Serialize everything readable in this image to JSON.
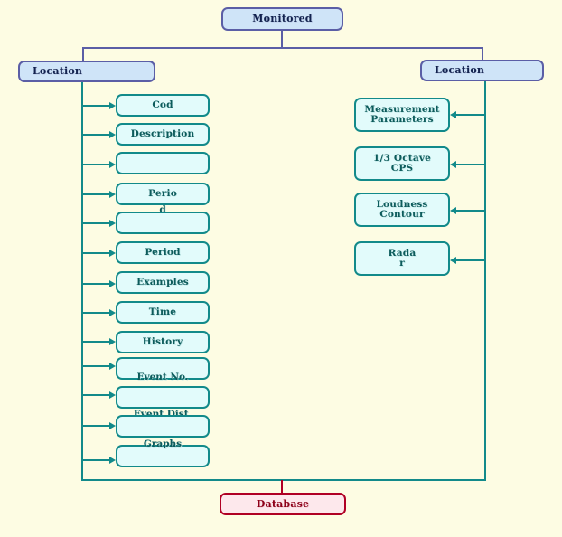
{
  "diagram": {
    "title": "Monitored",
    "colors": {
      "background": "#fdfce3",
      "blue_fill": "#cfe4f8",
      "blue_border": "#5b5ea6",
      "teal_fill": "#e2fbfb",
      "teal_border": "#128a8a",
      "red_fill": "#fde8ec",
      "red_border": "#b00024"
    },
    "root": {
      "label": "Monitored"
    },
    "left_branch": {
      "header": "Location",
      "items": [
        {
          "label": "Cod"
        },
        {
          "label": "Description"
        },
        {
          "label": ""
        },
        {
          "label": "Perio"
        },
        {
          "label": ""
        },
        {
          "label": "Period"
        },
        {
          "label": "Examples"
        },
        {
          "label": "Time"
        },
        {
          "label": "History"
        },
        {
          "label": ""
        },
        {
          "label": ""
        },
        {
          "label": ""
        },
        {
          "label": ""
        }
      ],
      "overflow_labels": [
        {
          "text": "d"
        },
        {
          "text": "Event  No."
        },
        {
          "text": "Event  Dist."
        },
        {
          "text": "Graphs"
        }
      ]
    },
    "right_branch": {
      "header": "Location",
      "items": [
        {
          "line1": "Measurement",
          "line2": "Parameters"
        },
        {
          "line1": "1/3 Octave",
          "line2": "CPS"
        },
        {
          "line1": "Loudness",
          "line2": "Contour"
        },
        {
          "line1": "Rada",
          "line2": "r"
        }
      ]
    },
    "database": {
      "label": "Database"
    }
  }
}
